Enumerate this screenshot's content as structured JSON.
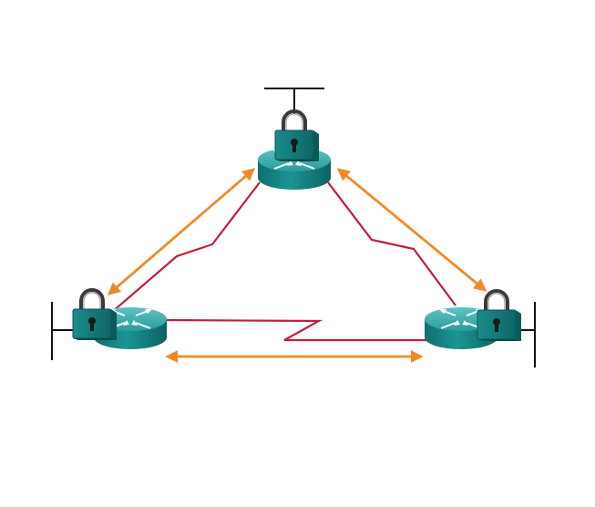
{
  "diagram": {
    "nodes": [
      {
        "id": "router-top",
        "icon": "router-icon",
        "secured": true,
        "lock_icon": "padlock-icon"
      },
      {
        "id": "router-left",
        "icon": "router-icon",
        "secured": true,
        "lock_icon": "padlock-icon"
      },
      {
        "id": "router-right",
        "icon": "router-icon",
        "secured": true,
        "lock_icon": "padlock-icon"
      }
    ],
    "links": [
      {
        "id": "serial-top-left",
        "from": "router-top",
        "to": "router-left",
        "kind": "serial-wan"
      },
      {
        "id": "serial-top-right",
        "from": "router-top",
        "to": "router-right",
        "kind": "serial-wan"
      },
      {
        "id": "serial-left-right",
        "from": "router-left",
        "to": "router-right",
        "kind": "serial-wan"
      }
    ],
    "tunnels": [
      {
        "id": "tunnel-top-left",
        "between": [
          "router-top",
          "router-left"
        ],
        "bidirectional": true
      },
      {
        "id": "tunnel-top-right",
        "between": [
          "router-top",
          "router-right"
        ],
        "bidirectional": true
      },
      {
        "id": "tunnel-left-right",
        "between": [
          "router-left",
          "router-right"
        ],
        "bidirectional": true
      }
    ],
    "lan_segments": [
      "router-top",
      "router-left",
      "router-right"
    ],
    "colors": {
      "router_top": "#2fa5a5",
      "router_side": "#127a7a",
      "serial_link": "#c41e3a",
      "tunnel_arrow": "#f08a28",
      "lock_body": "#167f7f",
      "lock_shackle": "#3a3a3a",
      "lan_line": "#111111"
    }
  }
}
